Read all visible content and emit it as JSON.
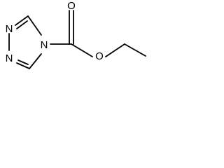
{
  "molecule": {
    "atoms": {
      "n1": "N",
      "n2": "N",
      "n4": "N",
      "o_carbonyl": "O",
      "o_ester": "O"
    }
  },
  "colors": {
    "bond": "#000000",
    "label": "#000000",
    "background": "#ffffff"
  }
}
